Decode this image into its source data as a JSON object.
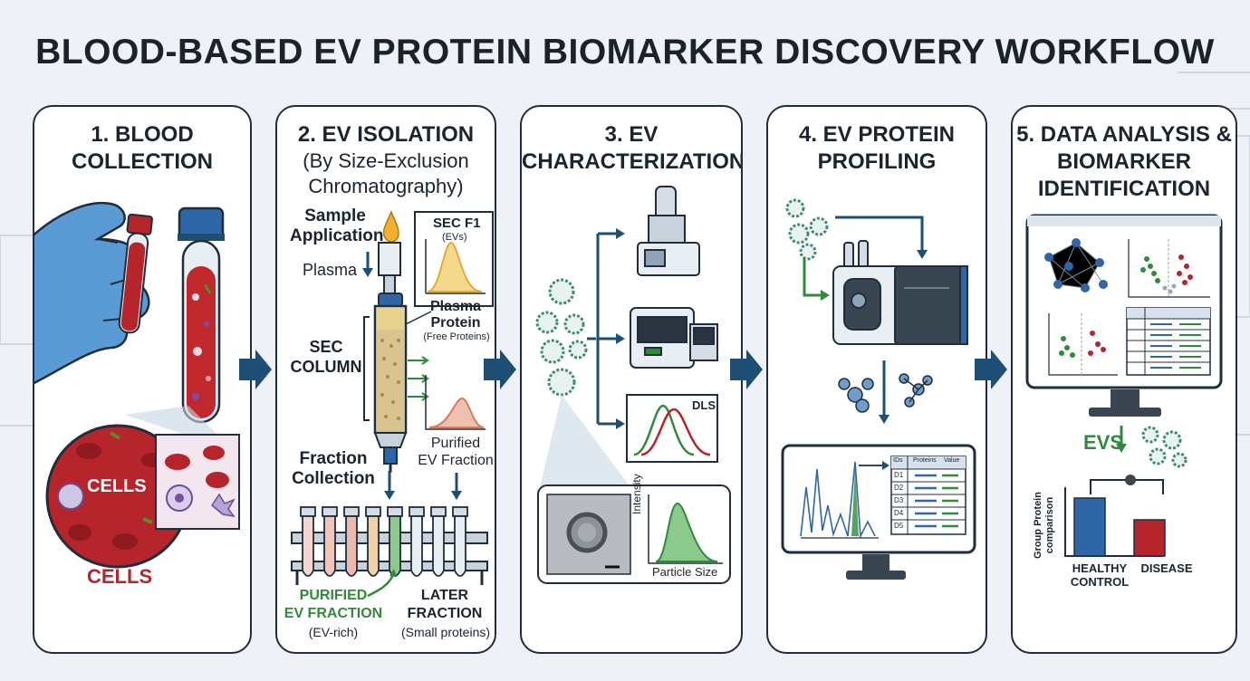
{
  "title": "BLOOD-BASED EV PROTEIN BIOMARKER DISCOVERY WORKFLOW",
  "colors": {
    "outline": "#1f2d3d",
    "arrow": "#1e4e74",
    "blood": "#b5252b",
    "green": "#2f8a3c",
    "blue_accent": "#2f66a8"
  },
  "steps": [
    {
      "title_lines": [
        "1. BLOOD",
        "COLLECTION"
      ],
      "labels": {
        "cells_inner": "CELLS",
        "cells_outer": "CELLS"
      }
    },
    {
      "title_lines": [
        "2. EV ISOLATION"
      ],
      "subtitle_lines": [
        "(By Size-Exclusion",
        "Chromatography)"
      ],
      "labels": {
        "sample_application": [
          "Sample",
          "Application"
        ],
        "plasma": "Plasma",
        "sec_f1": "SEC F1",
        "evs": "(EVs)",
        "plasma_protein": [
          "Plasma",
          "Protein"
        ],
        "free_proteins": "(Free Proteins)",
        "sec_column": [
          "SEC",
          "COLUMN"
        ],
        "purified_ev_fraction_right": [
          "Purified",
          "EV Fraction"
        ],
        "fraction_collection": [
          "Fraction",
          "Collection"
        ],
        "purified_ev_fraction_bottom": [
          "PURIFIED",
          "EV FRACTION"
        ],
        "ev_rich": "(EV-rich)",
        "later_fraction": [
          "LATER",
          "FRACTION"
        ],
        "small_proteins": "(Small proteins)"
      }
    },
    {
      "title_lines": [
        "3. EV",
        "CHARACTERIZATION"
      ],
      "labels": {
        "dls": "DLS",
        "intensity": "Intensity",
        "particle_size": "Particle Size"
      }
    },
    {
      "title_lines": [
        "4. EV PROTEIN",
        "PROFILING"
      ],
      "labels": {
        "table_header": [
          "IDs",
          "Proteins",
          "Value"
        ],
        "table_rows": [
          "D1",
          "D2",
          "D3",
          "D4",
          "D5"
        ]
      }
    },
    {
      "title_lines": [
        "5. DATA ANALYSIS &",
        "BIOMARKER",
        "IDENTIFICATION"
      ],
      "labels": {
        "evs": "EVS",
        "y_axis": [
          "Group Protein",
          "comparison"
        ],
        "healthy_control": [
          "HEALTHY",
          "CONTROL"
        ],
        "disease": "DISEASE"
      }
    }
  ],
  "chart_data": {
    "type": "bar",
    "categories": [
      "HEALTHY CONTROL",
      "DISEASE"
    ],
    "values": [
      0.8,
      0.5
    ],
    "ylabel": "Group Protein comparison",
    "colors": [
      "#2f66a8",
      "#b5252b"
    ]
  }
}
